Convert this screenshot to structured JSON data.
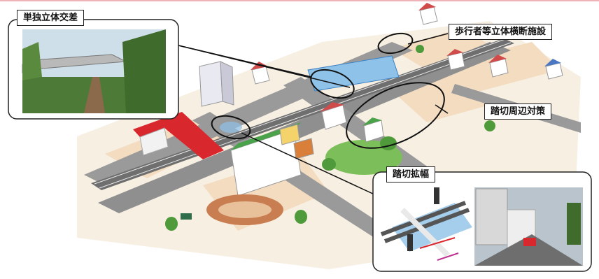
{
  "labels": {
    "grade_separation": "単独立体交差",
    "pedestrian_facility": "歩行者等立体横断施設",
    "crossing_surroundings": "踏切周辺対策",
    "crossing_widening": "踏切拡幅"
  },
  "colors": {
    "road": "#9a9a9a",
    "ground": "#f3dcc0",
    "grass": "#7cbf5a",
    "outline": "#222222",
    "highlight": "#3b82c4",
    "red_bridge": "#d9272e"
  }
}
